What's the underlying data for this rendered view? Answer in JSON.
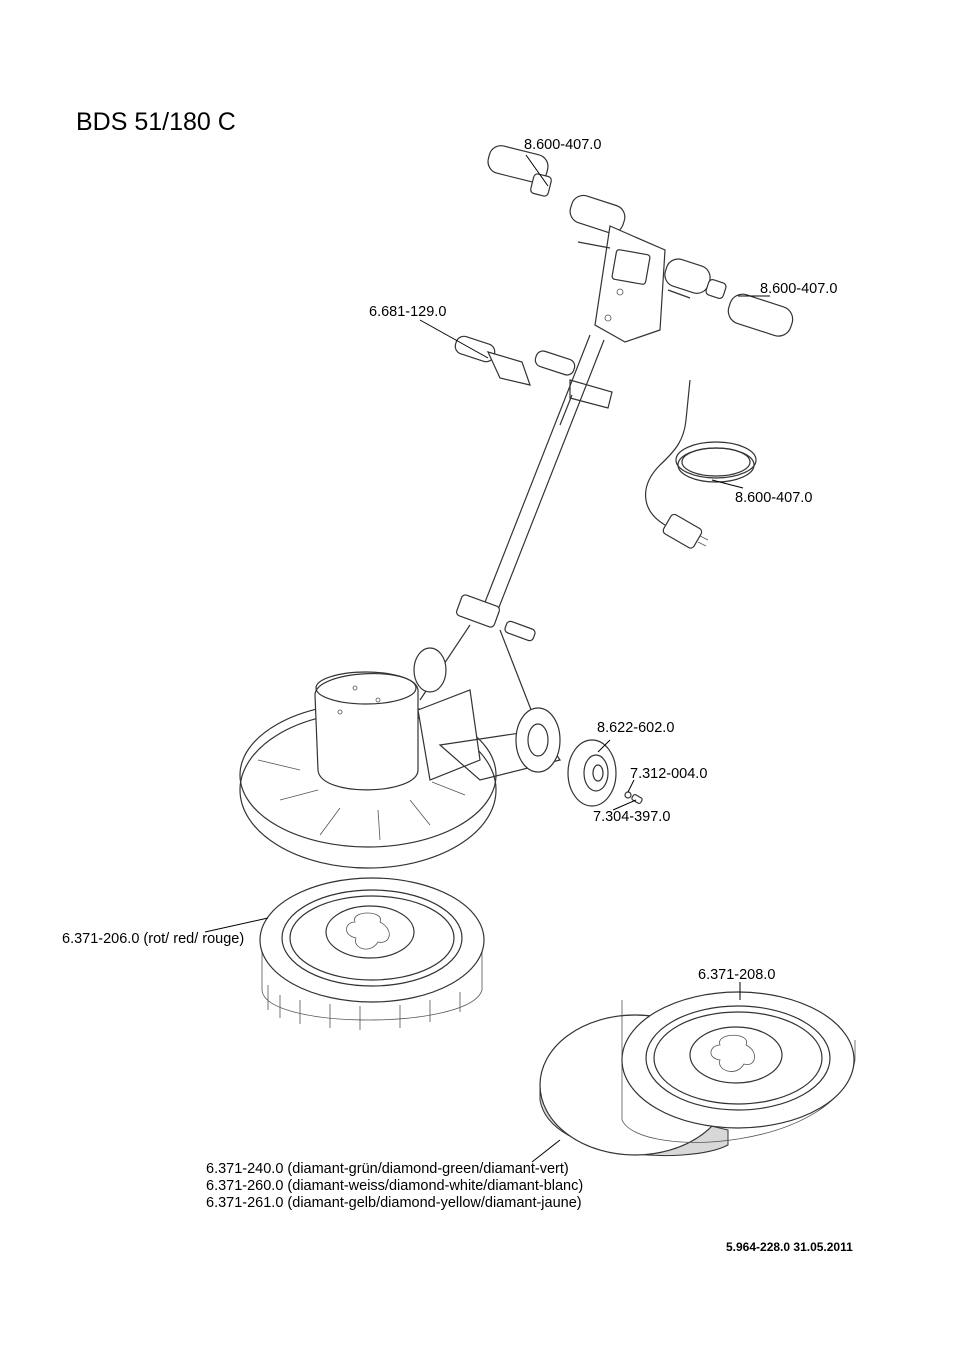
{
  "title": "BDS 51/180 C",
  "labels": {
    "grip_left": "8.600-407.0",
    "grip_right": "8.600-407.0",
    "handle_clamp": "6.681-129.0",
    "power_cable": "8.600-407.0",
    "wheel": "8.622-602.0",
    "washer": "7.312-004.0",
    "axle_pin": "7.304-397.0",
    "brush": "6.371-206.0  (rot/ red/ rouge)",
    "pad_holder": "6.371-208.0",
    "pad_green": "6.371-240.0 (diamant-grün/diamond-green/diamant-vert)",
    "pad_white": "6.371-260.0 (diamant-weiss/diamond-white/diamant-blanc)",
    "pad_yellow": "6.371-261.0 (diamant-gelb/diamond-yellow/diamant-jaune)"
  },
  "footer": "5.964-228.0  31.05.2011"
}
